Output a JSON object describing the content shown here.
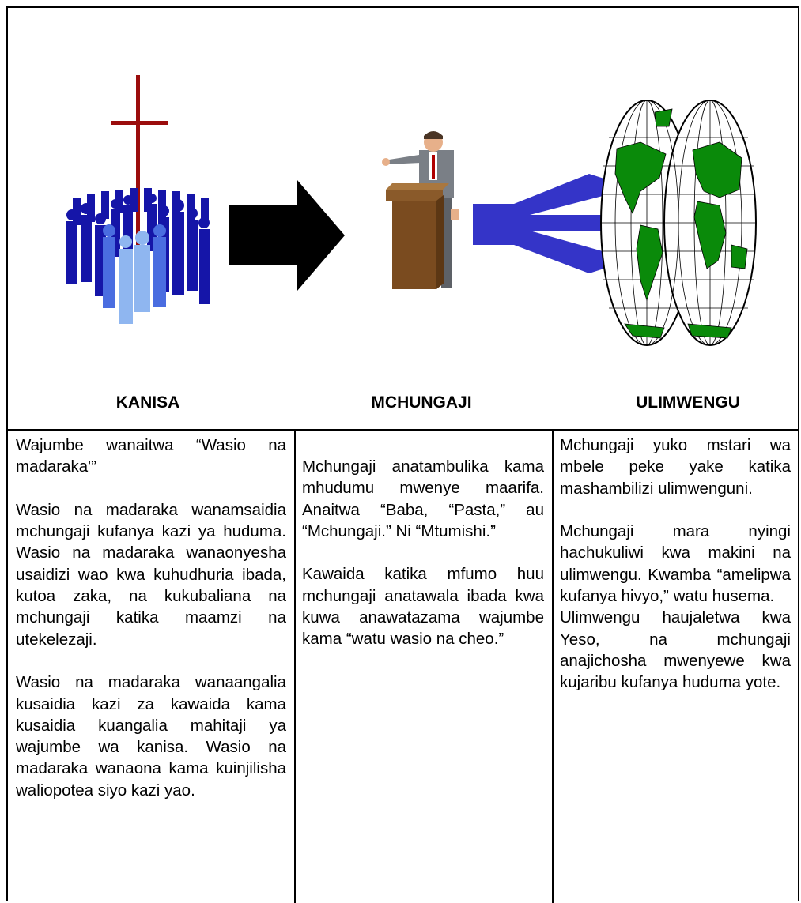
{
  "columns": [
    {
      "heading": "KANISA",
      "icon": "church-crowd-cross-icon",
      "paragraphs": [
        "Wajumbe wanaitwa “Wasio na madaraka'”",
        "Wasio na madaraka wanamsaidia mchungaji kufanya kazi ya huduma. Wasio na madaraka wanaonyesha usaidizi wao kwa kuhudhuria ibada, kutoa zaka, na kukubaliana na mchungaji katika maamzi na utekelezaji.",
        "Wasio na madaraka wanaangalia kusaidia kazi za kawaida kama kusaidia kuangalia mahitaji ya wajumbe wa kanisa. Wasio na madaraka wanaona kama kuinjilisha waliopotea siyo kazi yao."
      ]
    },
    {
      "heading": "MCHUNGAJI",
      "icon": "preacher-at-pulpit-icon",
      "paragraphs": [
        "Mchungaji anatambulika kama mhudumu mwenye maarifa. Anaitwa “Baba, “Pasta,” au “Mchungaji.” Ni “Mtumishi.”",
        "Kawaida katika mfumo huu mchungaji anatawala ibada kwa kuwa anawatazama wajumbe kama “watu wasio na cheo.”"
      ]
    },
    {
      "heading": "ULIMWENGU",
      "icon": "world-globe-icon",
      "paragraphs": [
        "Mchungaji yuko mstari wa mbele peke yake katika mashambilizi ulimwenguni.",
        "Mchungaji mara nyingi hachukuliwi kwa makini na ulimwengu. Kwamba “amelipwa kufanya hivyo,” watu husema.",
        "Ulimwengu haujaletwa kwa Yeso, na mchungaji anajichosha mwenyewe kwa kujaribu kufanya huduma yote."
      ]
    }
  ],
  "colors": {
    "cross": "#9b0d0d",
    "crowd_dark": "#1515a8",
    "crowd_light": "#8fb6f0",
    "arrow_black": "#000000",
    "arrow_blue": "#3434c8",
    "pulpit": "#7a4b1f",
    "land": "#0a8a0a"
  }
}
